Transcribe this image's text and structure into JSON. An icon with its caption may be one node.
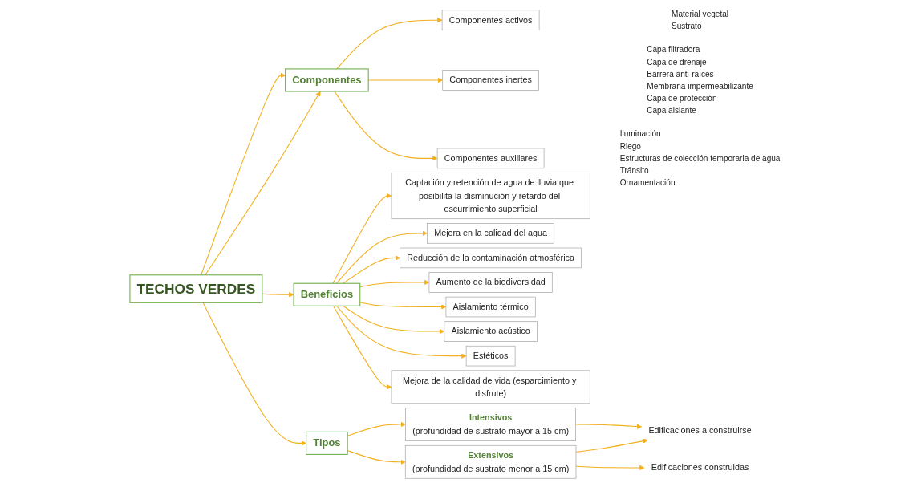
{
  "diagram": {
    "nodes": [
      {
        "text": [
          "Componentes"
        ]
      },
      {
        "text": [
          "Componentes activos"
        ],
        "beside": [
          "Material vegetal",
          "Sustrato"
        ]
      },
      {
        "text": [
          "Componentes inertes"
        ],
        "beside": [
          "Capa filtradora",
          "Capa de drenaje",
          "Barrera anti-raíces",
          "Membrana impermeabilizante",
          "Capa de protección",
          "Capa aislante"
        ]
      },
      {
        "text": [
          "Componentes auxiliares"
        ],
        "beside": [
          "Iluminación",
          "Riego",
          "Estructuras de colección temporaria de agua",
          "Tránsito",
          "Ornamentación"
        ]
      },
      {
        "text": [
          "TECHOS VERDES"
        ]
      },
      {
        "text": [
          "Beneficios"
        ]
      },
      {
        "text": [
          "Captación y retención de agua de lluvia que posibilita la disminución y retardo del escurrimiento superficial"
        ]
      },
      {
        "text": [
          "Mejora en la calidad del agua"
        ]
      },
      {
        "text": [
          "Reducción de la contaminación atmosférica"
        ]
      },
      {
        "text": [
          "Aumento de la biodiversidad"
        ]
      },
      {
        "text": [
          "Aislamiento térmico"
        ]
      },
      {
        "text": [
          "Aislamiento acústico"
        ]
      },
      {
        "text": [
          "Estéticos"
        ]
      },
      {
        "text": [
          "Mejora de la calidad de vida (esparcimiento y disfrute)"
        ]
      },
      {
        "text": [
          "Tipos"
        ]
      },
      {
        "text": [
          "Intensivos",
          "(profundidad de sustrato mayor a 15 cm)"
        ]
      },
      {
        "text": [
          "Edificaciones a construirse"
        ]
      },
      {
        "text": [
          "Extensivos",
          "(profundidad de sustrato menor a 15 cm)"
        ]
      },
      {
        "text": [
          "Edificaciones construidas"
        ]
      }
    ],
    "edges": [
      {
        "from": 4,
        "to": 0,
        "arrow": "to"
      },
      {
        "from": 4,
        "to": 0,
        "arrow": "to"
      },
      {
        "from": 0,
        "to": 1,
        "arrow": "to"
      },
      {
        "from": 0,
        "to": 2,
        "arrow": "to"
      },
      {
        "from": 0,
        "to": 3,
        "arrow": "to"
      },
      {
        "from": 4,
        "to": 5,
        "arrow": "to"
      },
      {
        "from": 4,
        "to": 14,
        "arrow": "to"
      },
      {
        "from": 5,
        "to": 6,
        "arrow": "to"
      },
      {
        "from": 5,
        "to": 7,
        "arrow": "to"
      },
      {
        "from": 5,
        "to": 8,
        "arrow": "to"
      },
      {
        "from": 5,
        "to": 9,
        "arrow": "to"
      },
      {
        "from": 5,
        "to": 10,
        "arrow": "to"
      },
      {
        "from": 5,
        "to": 11,
        "arrow": "to"
      },
      {
        "from": 5,
        "to": 12,
        "arrow": "to"
      },
      {
        "from": 5,
        "to": 13,
        "arrow": "to"
      },
      {
        "from": 14,
        "to": 15,
        "arrow": "to"
      },
      {
        "from": 14,
        "to": 17,
        "arrow": "to"
      },
      {
        "from": 15,
        "to": 16,
        "arrow": "to"
      },
      {
        "from": 17,
        "to": 16,
        "arrow": "to"
      },
      {
        "from": 17,
        "to": 18,
        "arrow": "to"
      }
    ]
  }
}
